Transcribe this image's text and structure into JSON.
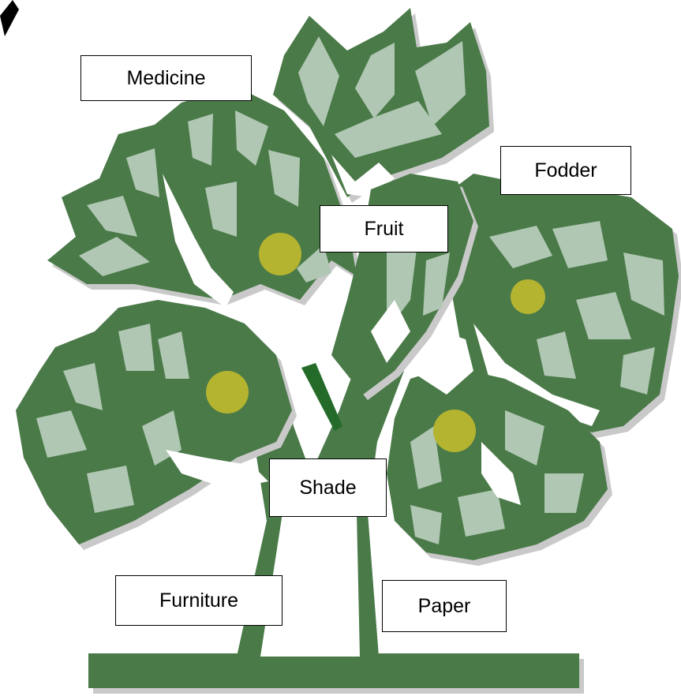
{
  "diagram": {
    "labels": {
      "medicine": "Medicine",
      "fodder": "Fodder",
      "fruit": "Fruit",
      "shade": "Shade",
      "furniture": "Furniture",
      "paper": "Paper"
    },
    "colors": {
      "dark_green": "#4a7a48",
      "light_green": "#b0c7b3",
      "fruit": "#b5b431",
      "shadow": "#c9c9c9",
      "accent_green": "#246b2a",
      "label_border": "#000000"
    },
    "icons": [
      "tree-illustration",
      "arrow-icon"
    ]
  }
}
